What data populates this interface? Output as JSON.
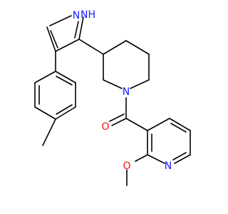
{
  "molecule": {
    "atom_colors": {
      "N": "#1a1aff",
      "O": "#ff0d0d",
      "C": "#000000"
    },
    "labels": {
      "pyrazole_nh": "NH",
      "pyrazole_n": "N",
      "piperidine_n": "N",
      "carbonyl_o": "O",
      "methoxy_o": "O",
      "pyridine_n": "N"
    }
  }
}
